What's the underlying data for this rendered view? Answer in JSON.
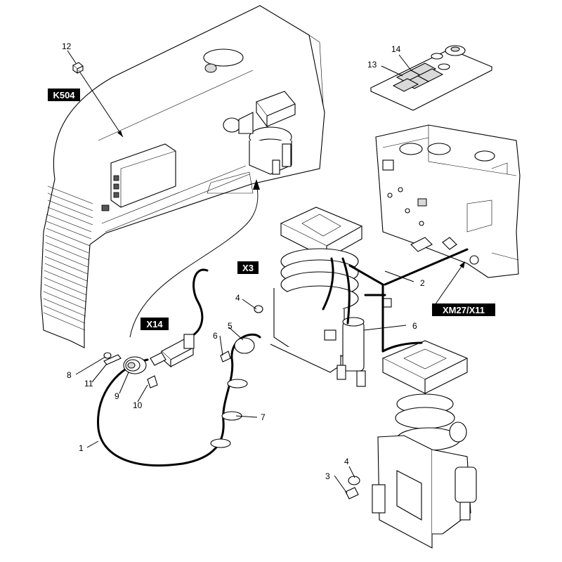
{
  "tags": {
    "k504": "K504",
    "x3": "X3",
    "x14": "X14",
    "xm27": "XM27/X11"
  },
  "callouts": {
    "c1": "1",
    "c2": "2",
    "c3": "3",
    "c4a": "4",
    "c4b": "4",
    "c5": "5",
    "c6a": "6",
    "c6b": "6",
    "c7": "7",
    "c8": "8",
    "c9": "9",
    "c10": "10",
    "c11": "11",
    "c12": "12",
    "c13": "13",
    "c14": "14"
  },
  "colors": {
    "tag_bg": "#000000",
    "tag_text": "#ffffff",
    "line": "#000000"
  }
}
